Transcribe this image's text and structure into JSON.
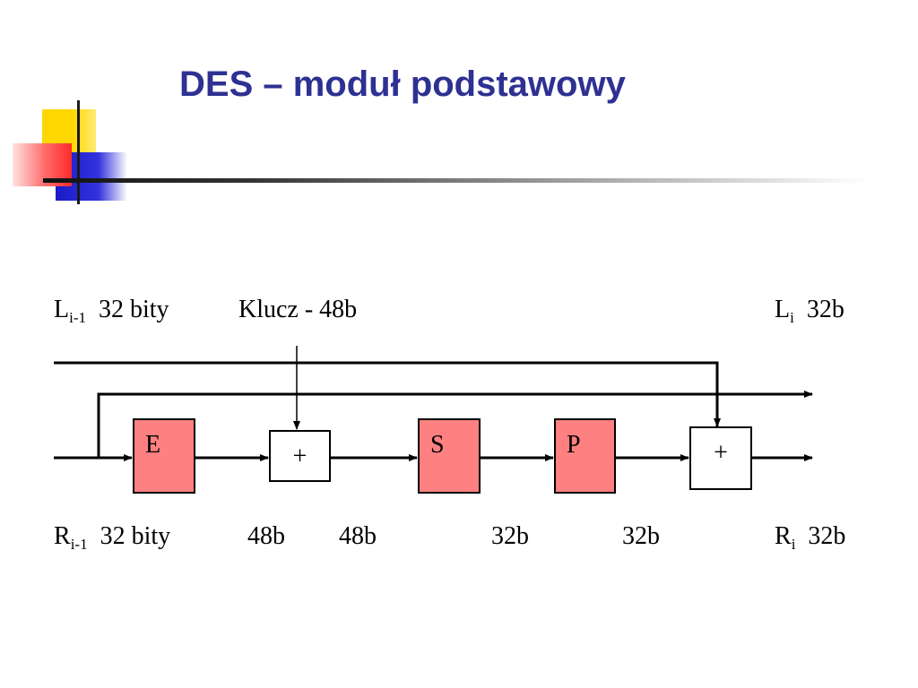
{
  "slide": {
    "title": "DES – moduł podstawowy"
  },
  "labels": {
    "l_in": {
      "main": "L",
      "sub": "i-1",
      "text": "32 bity"
    },
    "key": {
      "text": "Klucz -  48b"
    },
    "l_out": {
      "main": "L",
      "sub": "i",
      "text": "32b"
    },
    "r_in": {
      "main": "R",
      "sub": "i-1",
      "text": "32 bity"
    },
    "r_out": {
      "main": "R",
      "sub": "i",
      "text": "32b"
    },
    "bits_after_e": "48b",
    "bits_after_xor": "48b",
    "bits_after_s": "32b",
    "bits_after_p": "32b"
  },
  "blocks": {
    "e": "E",
    "xor1": "+",
    "s": "S",
    "p": "P",
    "xor2": "+"
  },
  "colors": {
    "title": "#2E3192",
    "block_fill": "#FF8080"
  }
}
